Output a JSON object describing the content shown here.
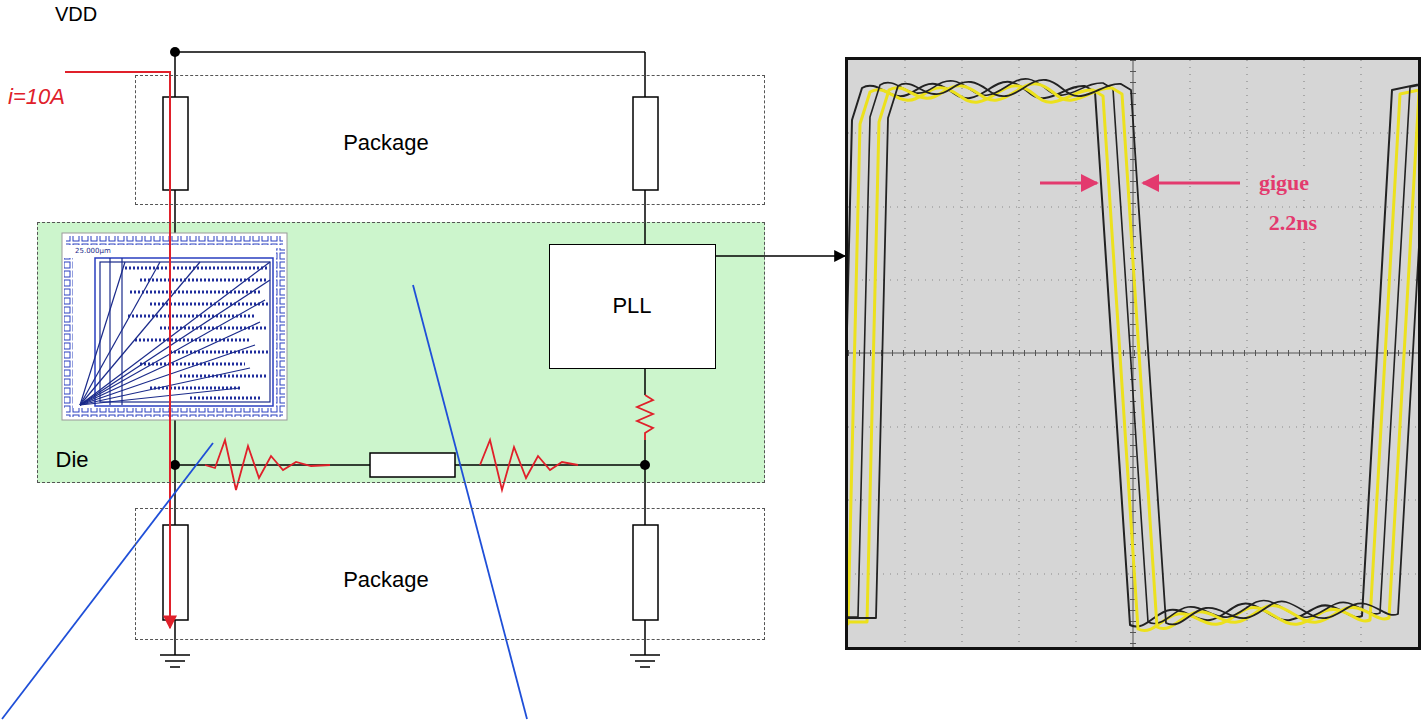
{
  "diagram": {
    "nodes": [
      {
        "text": [
          "Package"
        ]
      },
      {
        "text": [
          "Die"
        ]
      },
      {
        "text": [
          "PLL"
        ],
        "in": 1
      },
      {
        "text": [
          "Package"
        ]
      },
      {
        "text": [
          "gigue",
          "2.2ns"
        ]
      }
    ],
    "edges": [
      {
        "from": 2,
        "to": 4,
        "arrow": "to"
      }
    ],
    "labels": [
      "VDD",
      "i=10A",
      "25.000µm"
    ]
  }
}
